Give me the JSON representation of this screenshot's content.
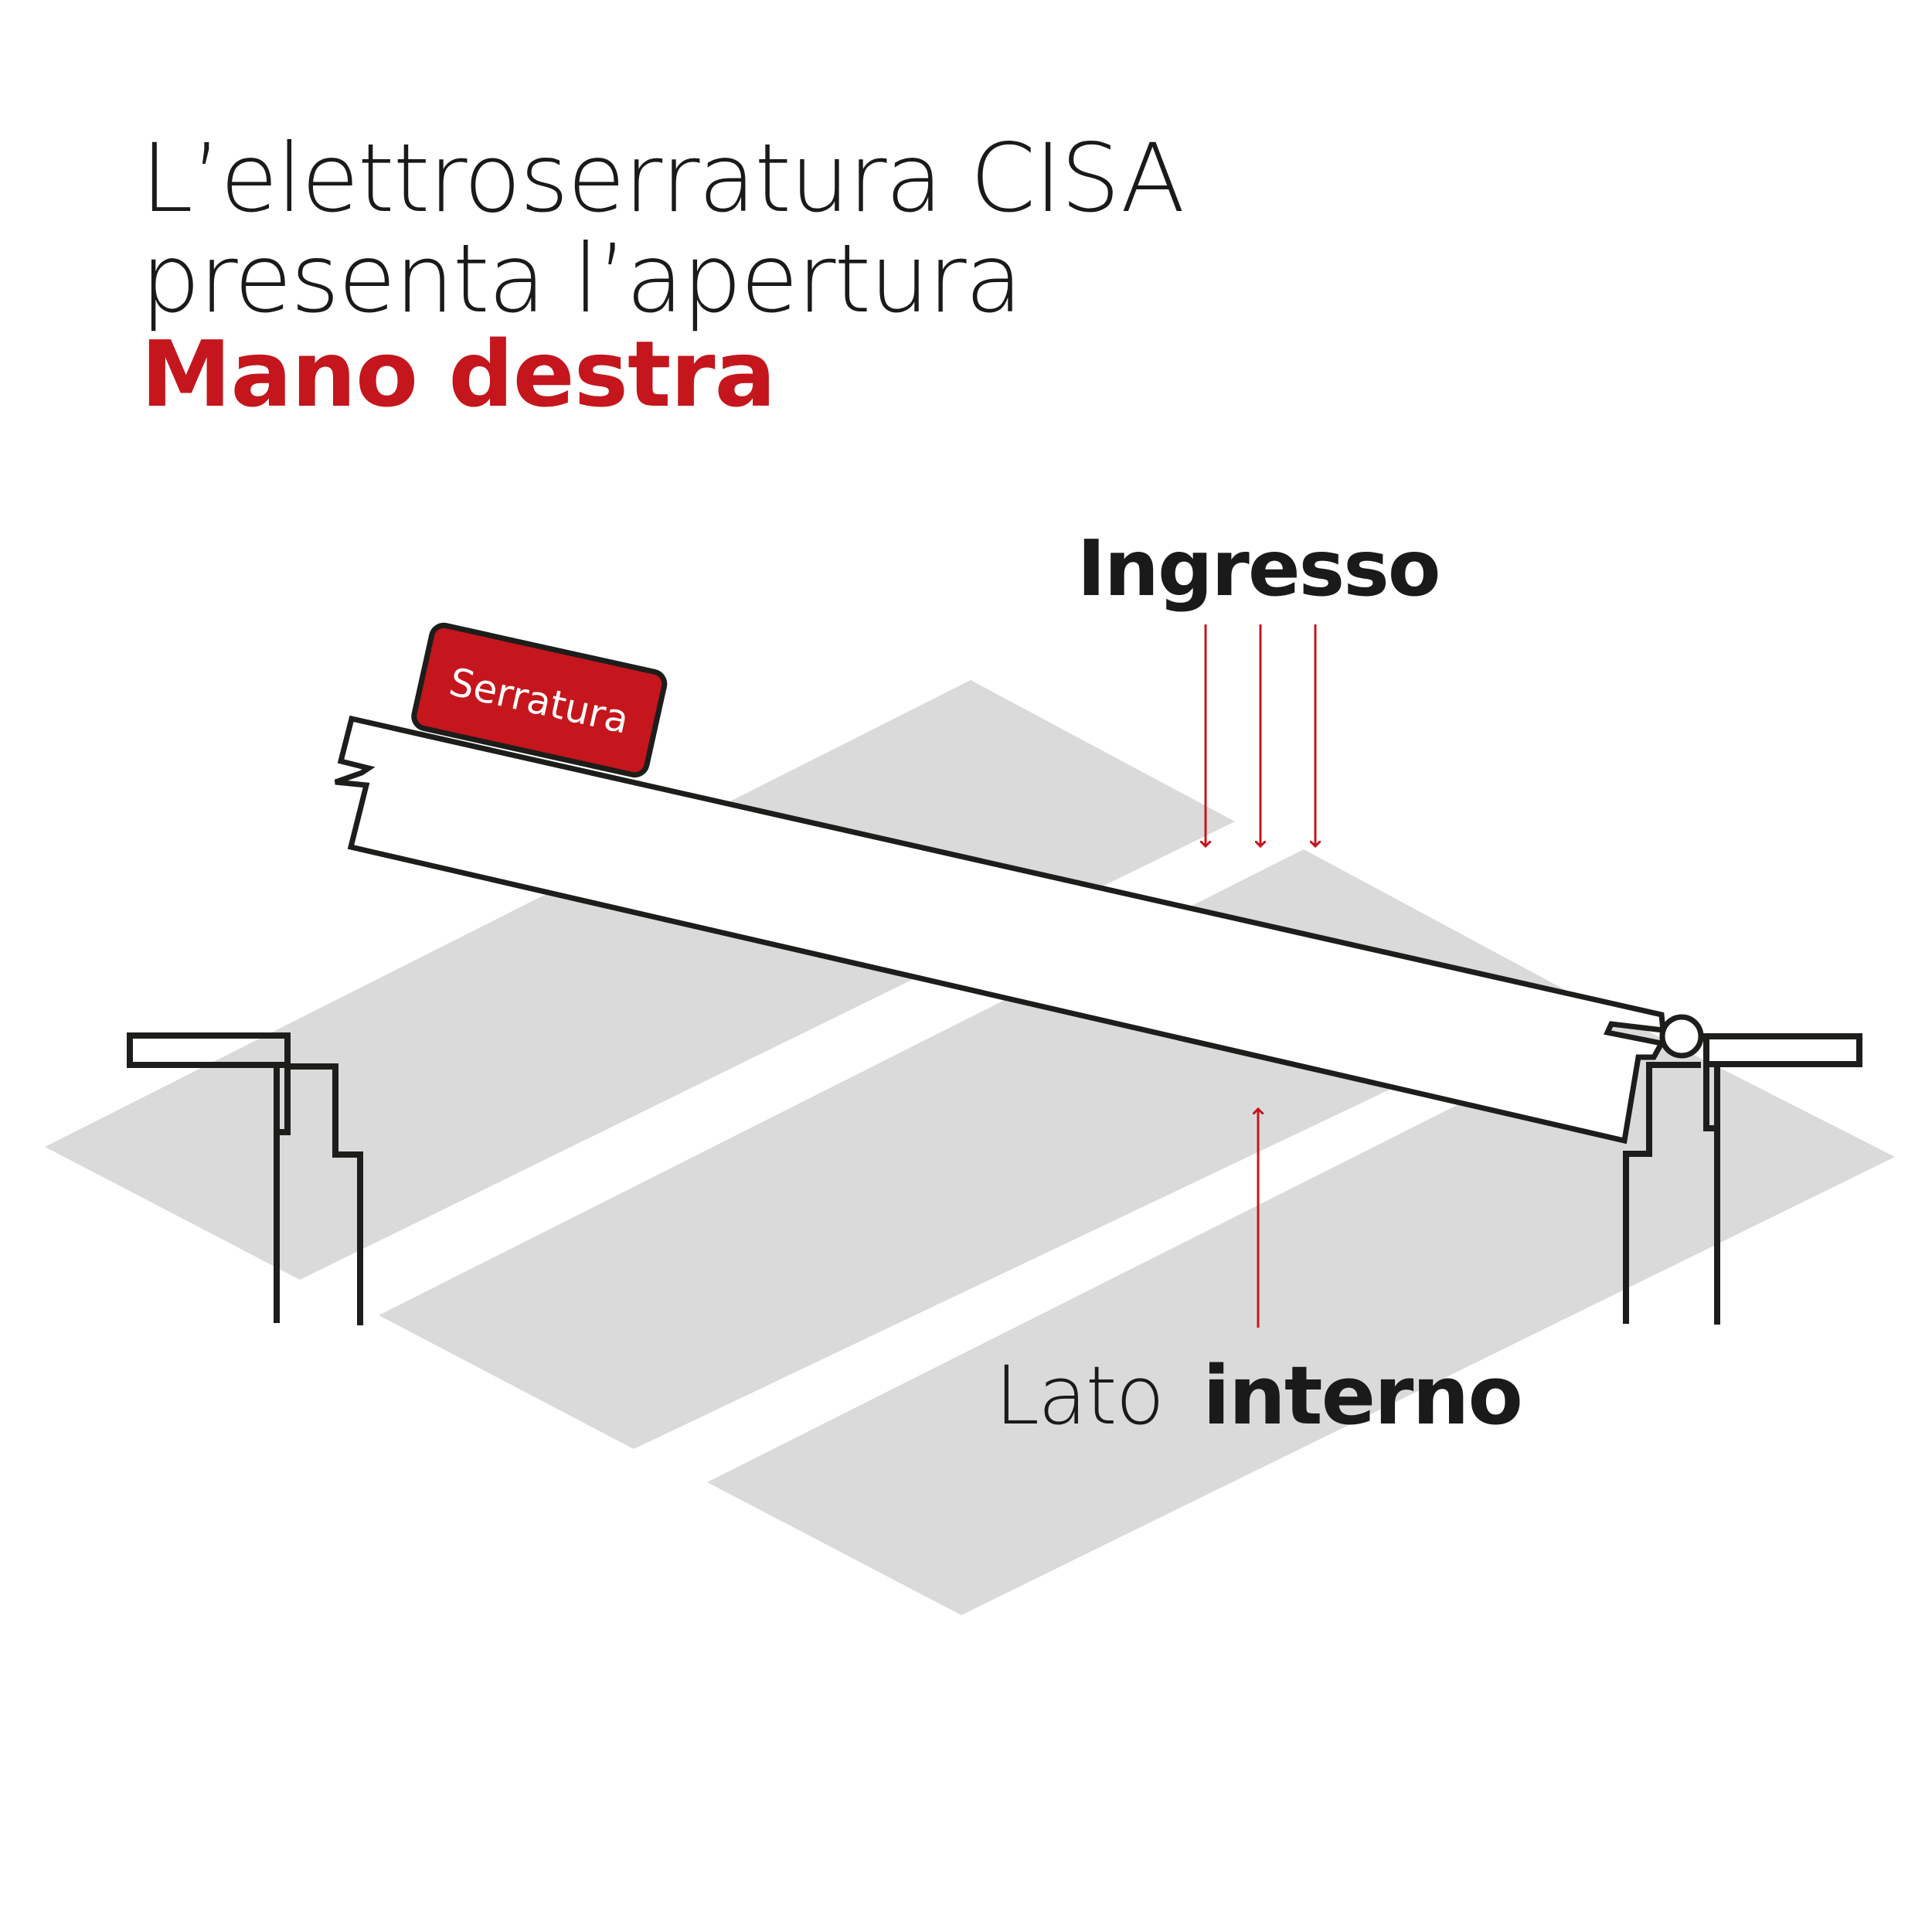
{
  "title": {
    "line1": "L’elettroserratura CISA",
    "line2": "presenta l’apertura",
    "line3": "Mano destra"
  },
  "labels": {
    "lock": "Serratura",
    "entrance": "Ingresso",
    "inside_prefix": "Lato",
    "inside_bold": "interno"
  },
  "colors": {
    "accent": "#c4161c",
    "text": "#1a1a1a",
    "floor": "#dadada",
    "line": "#1d1d1b",
    "background": "#ffffff"
  }
}
